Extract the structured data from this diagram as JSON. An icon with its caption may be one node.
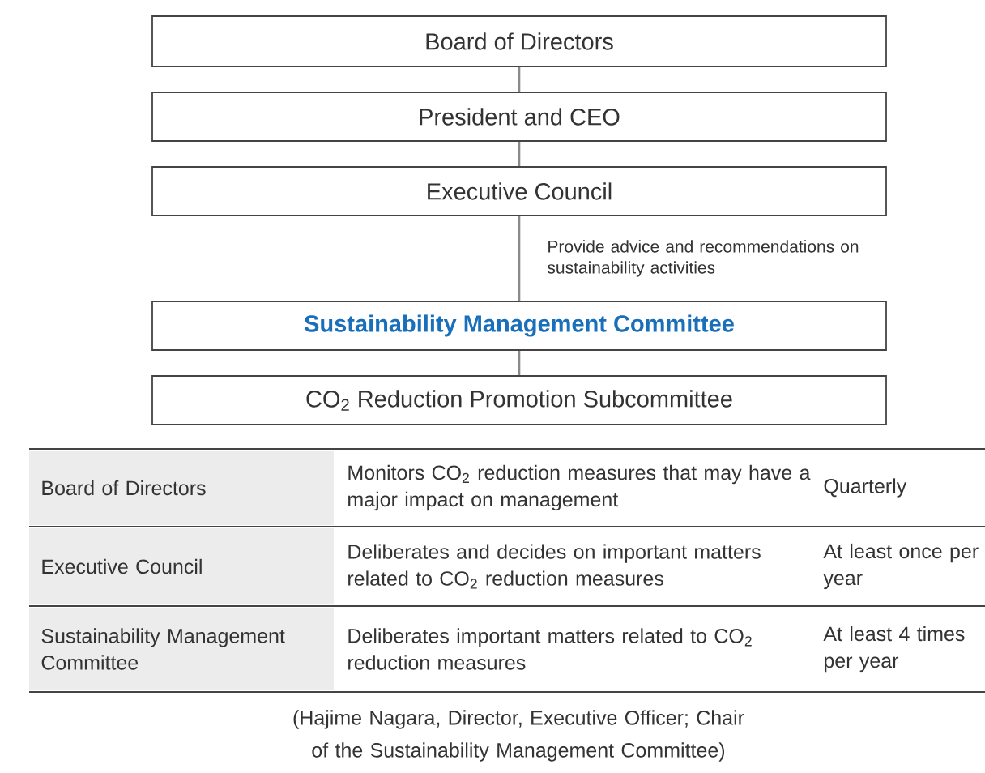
{
  "diagram": {
    "nodes": [
      {
        "text": [
          "Board of Directors"
        ]
      },
      {
        "text": [
          "President and CEO"
        ]
      },
      {
        "text": [
          "Executive Council"
        ]
      },
      {
        "text": [
          "Sustainability Management Committee"
        ]
      },
      {
        "text": [
          "CO$_{2}$ Reduction Promotion Subcommittee"
        ]
      }
    ],
    "edges": [
      {
        "from": 0,
        "to": 1,
        "arrow": "none"
      },
      {
        "from": 1,
        "to": 2,
        "arrow": "none"
      },
      {
        "from": 2,
        "to": 3,
        "arrow": "none",
        "label": "Provide advice and recommendations on sustainability activities"
      },
      {
        "from": 3,
        "to": 4,
        "arrow": "none"
      }
    ],
    "labels": [
      "Board of Directors",
      "Monitors CO$_{2}$ reduction measures that may have a major impact on management",
      "Quarterly",
      "Executive Council",
      "Deliberates and decides on important matters related to CO$_{2}$ reduction measures",
      "At least once per year",
      "Sustainability Management Committee",
      "Deliberates important matters related to CO$_{2}$ reduction measures",
      "At least 4 times per year",
      "(Hajime Nagara, Director, Executive Officer; Chair of the Sustainability Management Committee)"
    ]
  }
}
